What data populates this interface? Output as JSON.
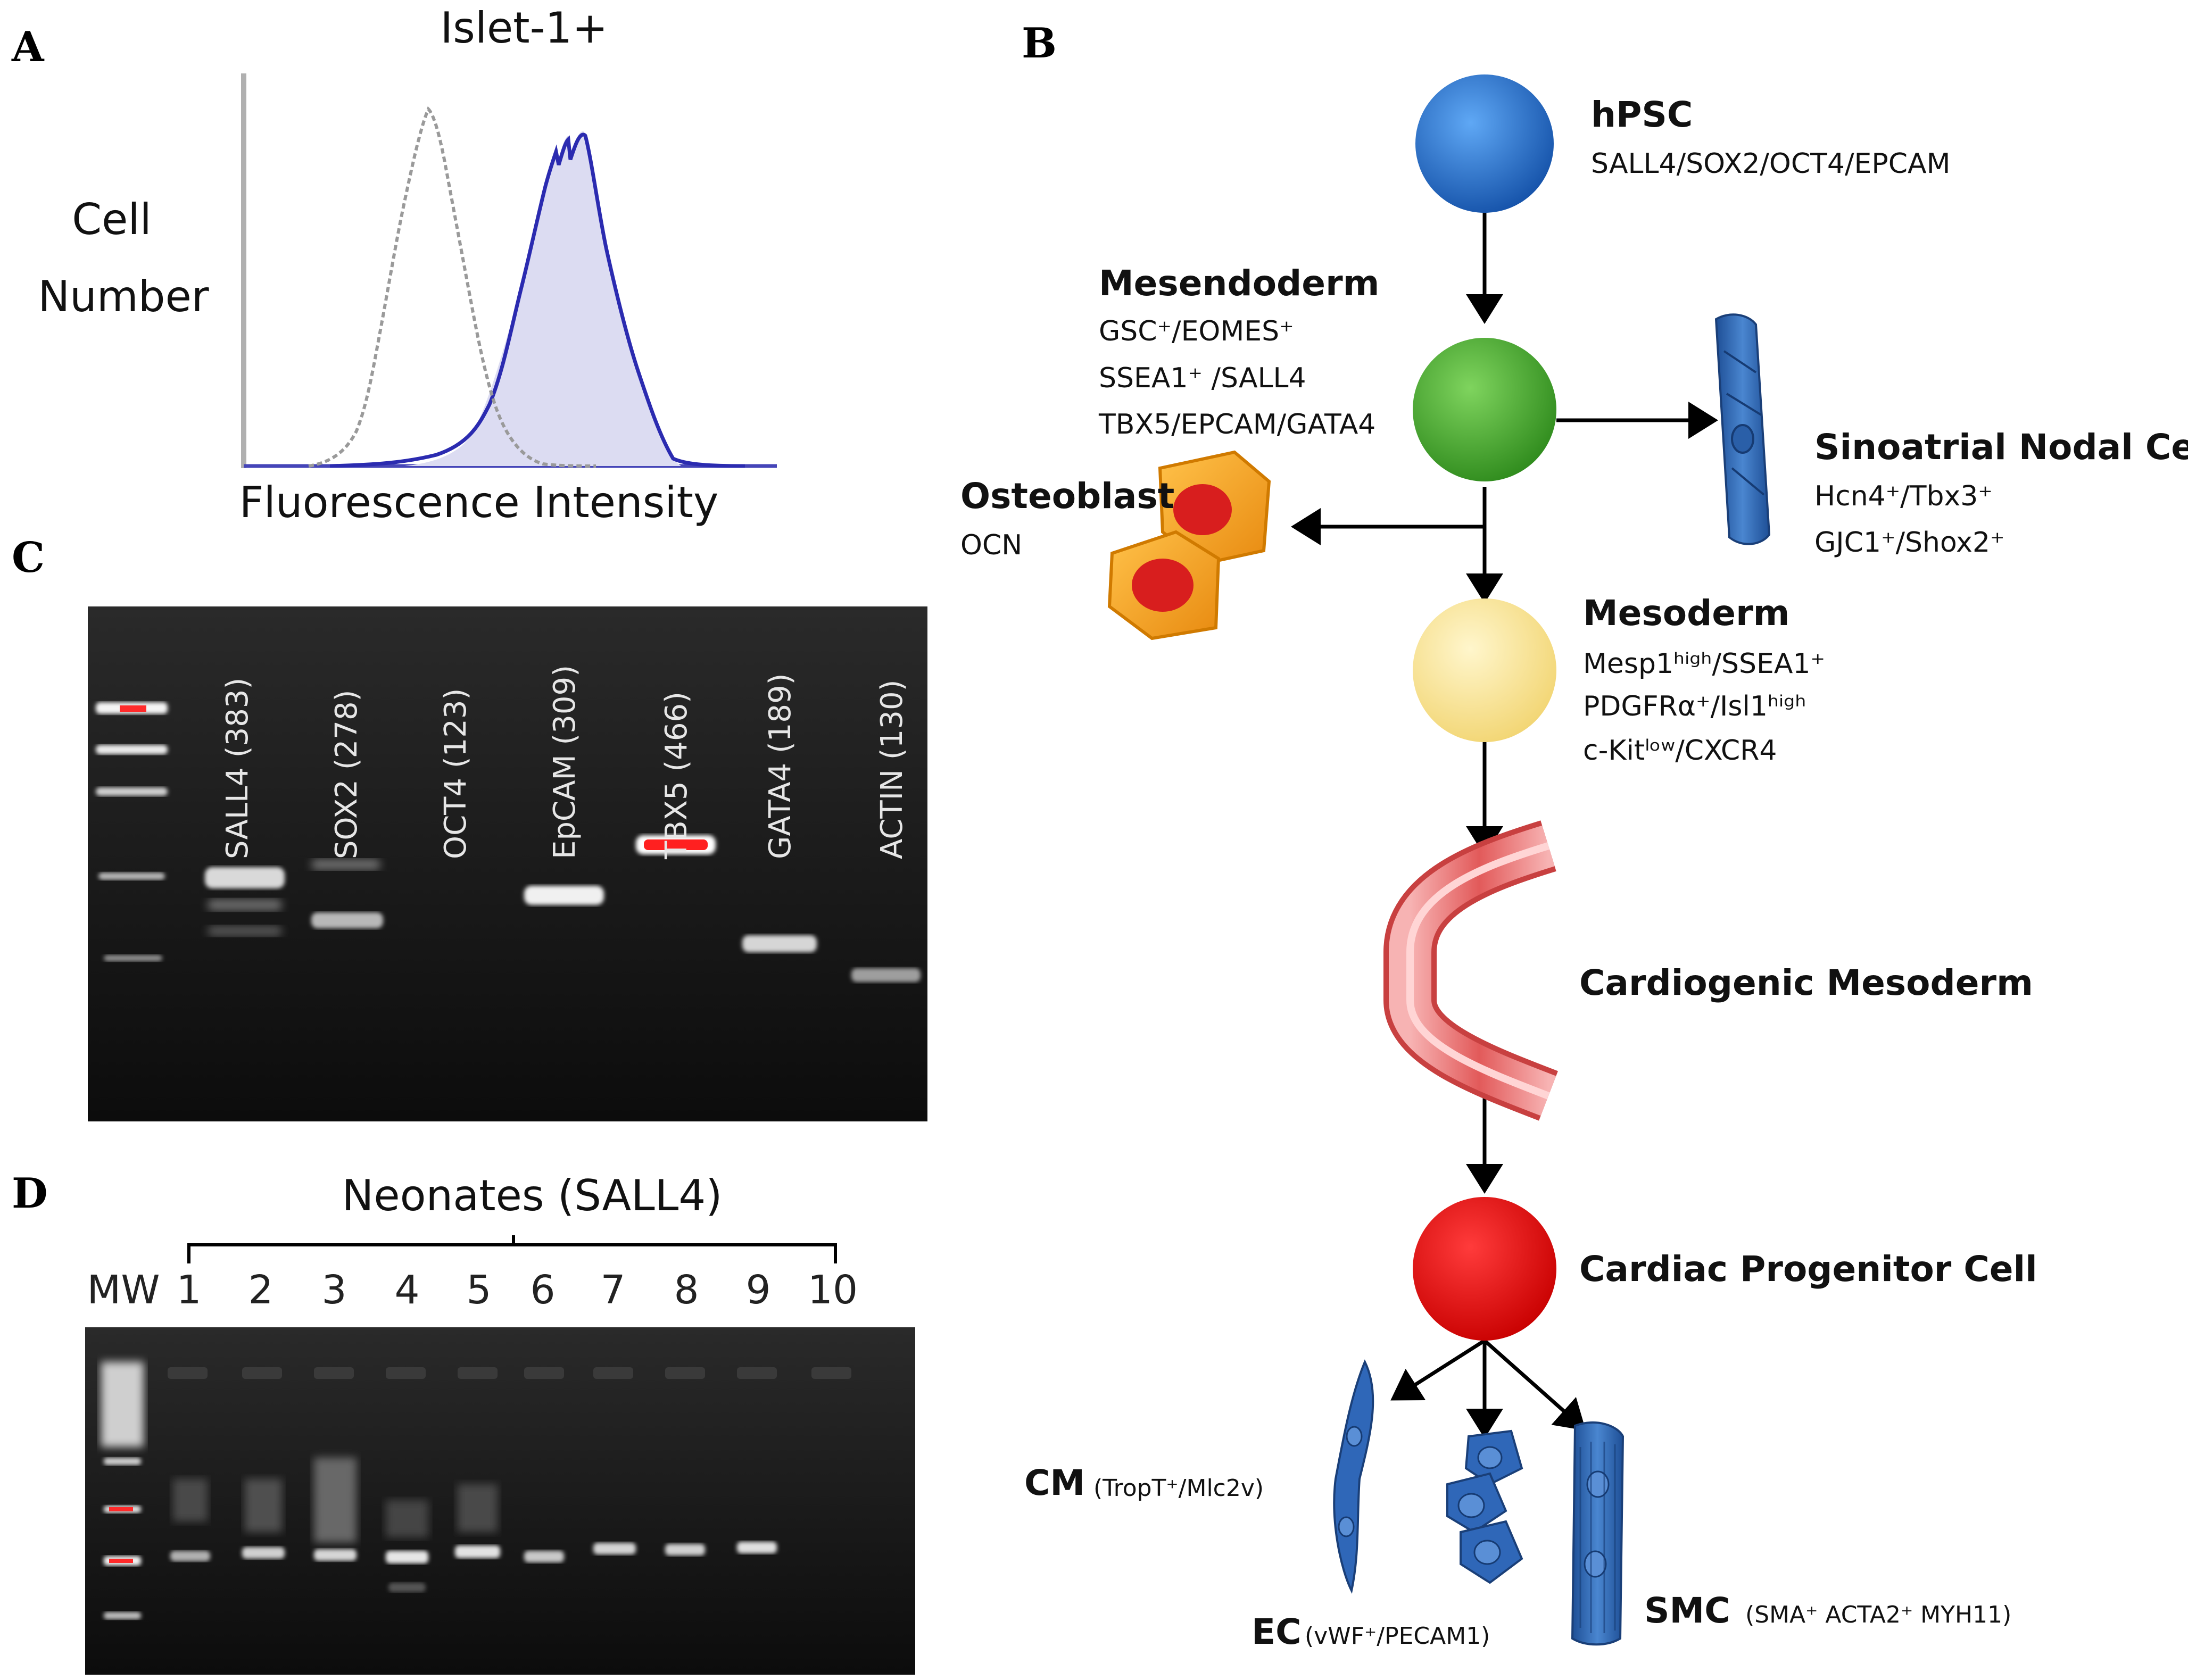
{
  "panels": {
    "a": "A",
    "b": "B",
    "c": "C",
    "d": "D"
  },
  "panel_a": {
    "title": "Islet-1+",
    "ylabel_line1": "Cell",
    "ylabel_line2": "Number",
    "xlabel": "Fluorescence Intensity",
    "colors": {
      "control": "#9a9a9a",
      "stained": "#2b2bb0",
      "fill": "#dcdcf2"
    }
  },
  "panel_c": {
    "lanes": [
      {
        "label": "SALL4 (383)"
      },
      {
        "label": "SOX2 (278)"
      },
      {
        "label": "OCT4 (123)"
      },
      {
        "label": "EpCAM (309)"
      },
      {
        "label": "TBX5 (466)"
      },
      {
        "label": "GATA4 (189)"
      },
      {
        "label": "ACTIN (130)"
      }
    ]
  },
  "panel_d": {
    "group_label": "Neonates (SALL4)",
    "marker_label": "MW",
    "lane_numbers": [
      "1",
      "2",
      "3",
      "4",
      "5",
      "6",
      "7",
      "8",
      "9",
      "10"
    ]
  },
  "panel_b": {
    "hpsc": {
      "title": "hPSC",
      "markers": "SALL4/SOX2/OCT4/EPCAM",
      "color": "#1f6fd1"
    },
    "mesendoderm": {
      "title": "Mesendoderm",
      "line1": "GSC⁺/EOMES⁺",
      "line2": "SSEA1⁺ /SALL4",
      "line3": "TBX5/EPCAM/GATA4",
      "color": "#3fae2a"
    },
    "osteoblast": {
      "title": "Osteoblast",
      "markers": "OCN",
      "color": "#f0a020"
    },
    "sinoatrial": {
      "title": "Sinoatrial Nodal Cell",
      "line1": "Hcn4⁺/Tbx3⁺",
      "line2": "GJC1⁺/Shox2⁺"
    },
    "mesoderm": {
      "title": "Mesoderm",
      "line1": "Mesp1ʰⁱᵍʰ/SSEA1⁺",
      "line2": "PDGFRα⁺/Isl1ʰⁱᵍʰ",
      "line3": "c-Kitˡᵒʷ/CXCR4",
      "color": "#fbe59a"
    },
    "cardiogenic": {
      "title": "Cardiogenic Mesoderm"
    },
    "cpc": {
      "title": "Cardiac Progenitor Cell",
      "color": "#e60000"
    },
    "cm": {
      "title": "CM",
      "markers": "(TropT⁺/Mlc2v)"
    },
    "ec": {
      "title": "EC",
      "markers": "(vWF⁺/PECAM1)"
    },
    "smc": {
      "title": "SMC",
      "markers": "(SMA⁺ ACTA2⁺ MYH11)"
    },
    "cell_color": "#2f67b8"
  }
}
